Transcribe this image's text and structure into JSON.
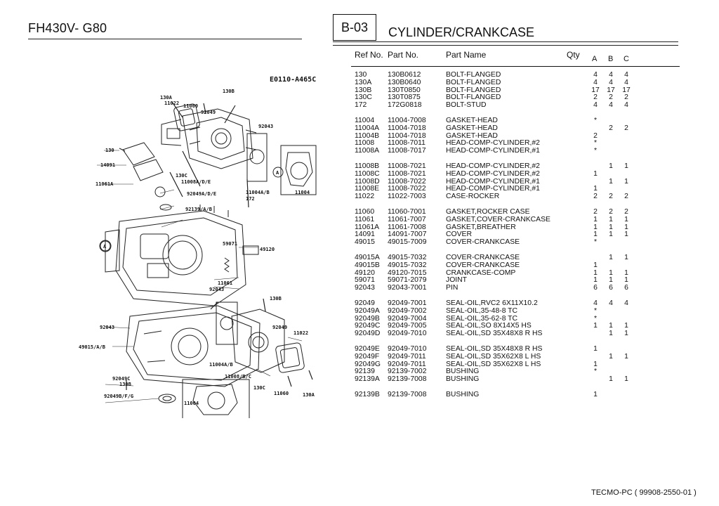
{
  "header": {
    "model": "FH430V- G80",
    "section_code": "B-03",
    "section_title": "CYLINDER/CRANKCASE"
  },
  "illustration": {
    "code": "E0110-A465C",
    "callouts": [
      "130A",
      "11022",
      "11060",
      "130B",
      "92049",
      "92043",
      "130",
      "14091",
      "11061A",
      "130C",
      "11008A/D/E",
      "92049A/D/E",
      "11004A/B",
      "11004",
      "172",
      "92139/A/B",
      "59071",
      "49120",
      "11061",
      "92043",
      "130B",
      "92043",
      "92049",
      "11022",
      "49015/A/B",
      "11004A/B",
      "11008/B/C",
      "92049C",
      "130B",
      "92049B/F/G",
      "11004",
      "130C",
      "11060",
      "130A",
      "A",
      "A"
    ]
  },
  "table": {
    "headers": {
      "ref": "Ref No.",
      "part": "Part No.",
      "name": "Part Name",
      "qty": "Qty",
      "a": "A",
      "b": "B",
      "c": "C"
    },
    "groups": [
      [
        {
          "ref": "130",
          "part": "130B0612",
          "name": "BOLT-FLANGED",
          "a": "4",
          "b": "4",
          "c": "4"
        },
        {
          "ref": "130A",
          "part": "130B0640",
          "name": "BOLT-FLANGED",
          "a": "4",
          "b": "4",
          "c": "4"
        },
        {
          "ref": "130B",
          "part": "130T0850",
          "name": "BOLT-FLANGED",
          "a": "17",
          "b": "17",
          "c": "17"
        },
        {
          "ref": "130C",
          "part": "130T0875",
          "name": "BOLT-FLANGED",
          "a": "2",
          "b": "2",
          "c": "2"
        },
        {
          "ref": "172",
          "part": "172G0818",
          "name": "BOLT-STUD",
          "a": "4",
          "b": "4",
          "c": "4"
        }
      ],
      [
        {
          "ref": "11004",
          "part": "11004-7008",
          "name": "GASKET-HEAD",
          "a": "*",
          "b": "",
          "c": ""
        },
        {
          "ref": "11004A",
          "part": "11004-7018",
          "name": "GASKET-HEAD",
          "a": "",
          "b": "2",
          "c": "2"
        },
        {
          "ref": "11004B",
          "part": "11004-7018",
          "name": "GASKET-HEAD",
          "a": "2",
          "b": "",
          "c": ""
        },
        {
          "ref": "11008",
          "part": "11008-7011",
          "name": "HEAD-COMP-CYLINDER,#2",
          "a": "*",
          "b": "",
          "c": ""
        },
        {
          "ref": "11008A",
          "part": "11008-7017",
          "name": "HEAD-COMP-CYLINDER,#1",
          "a": "*",
          "b": "",
          "c": ""
        }
      ],
      [
        {
          "ref": "11008B",
          "part": "11008-7021",
          "name": "HEAD-COMP-CYLINDER,#2",
          "a": "",
          "b": "1",
          "c": "1"
        },
        {
          "ref": "11008C",
          "part": "11008-7021",
          "name": "HEAD-COMP-CYLINDER,#2",
          "a": "1",
          "b": "",
          "c": ""
        },
        {
          "ref": "11008D",
          "part": "11008-7022",
          "name": "HEAD-COMP-CYLINDER,#1",
          "a": "",
          "b": "1",
          "c": "1"
        },
        {
          "ref": "11008E",
          "part": "11008-7022",
          "name": "HEAD-COMP-CYLINDER,#1",
          "a": "1",
          "b": "",
          "c": ""
        },
        {
          "ref": "11022",
          "part": "11022-7003",
          "name": "CASE-ROCKER",
          "a": "2",
          "b": "2",
          "c": "2"
        }
      ],
      [
        {
          "ref": "11060",
          "part": "11060-7001",
          "name": "GASKET,ROCKER CASE",
          "a": "2",
          "b": "2",
          "c": "2"
        },
        {
          "ref": "11061",
          "part": "11061-7007",
          "name": "GASKET,COVER-CRANKCASE",
          "a": "1",
          "b": "1",
          "c": "1"
        },
        {
          "ref": "11061A",
          "part": "11061-7008",
          "name": "GASKET,BREATHER",
          "a": "1",
          "b": "1",
          "c": "1"
        },
        {
          "ref": "14091",
          "part": "14091-7007",
          "name": "COVER",
          "a": "1",
          "b": "1",
          "c": "1"
        },
        {
          "ref": "49015",
          "part": "49015-7009",
          "name": "COVER-CRANKCASE",
          "a": "*",
          "b": "",
          "c": ""
        }
      ],
      [
        {
          "ref": "49015A",
          "part": "49015-7032",
          "name": "COVER-CRANKCASE",
          "a": "",
          "b": "1",
          "c": "1"
        },
        {
          "ref": "49015B",
          "part": "49015-7032",
          "name": "COVER-CRANKCASE",
          "a": "1",
          "b": "",
          "c": ""
        },
        {
          "ref": "49120",
          "part": "49120-7015",
          "name": "CRANKCASE-COMP",
          "a": "1",
          "b": "1",
          "c": "1"
        },
        {
          "ref": "59071",
          "part": "59071-2079",
          "name": "JOINT",
          "a": "1",
          "b": "1",
          "c": "1"
        },
        {
          "ref": "92043",
          "part": "92043-7001",
          "name": "PIN",
          "a": "6",
          "b": "6",
          "c": "6"
        }
      ],
      [
        {
          "ref": "92049",
          "part": "92049-7001",
          "name": "SEAL-OIL,RVC2 6X11X10.2",
          "a": "4",
          "b": "4",
          "c": "4"
        },
        {
          "ref": "92049A",
          "part": "92049-7002",
          "name": "SEAL-OIL,35-48-8 TC",
          "a": "*",
          "b": "",
          "c": ""
        },
        {
          "ref": "92049B",
          "part": "92049-7004",
          "name": "SEAL-OIL,35-62-8 TC",
          "a": "*",
          "b": "",
          "c": ""
        },
        {
          "ref": "92049C",
          "part": "92049-7005",
          "name": "SEAL-OIL,SO 8X14X5 HS",
          "a": "1",
          "b": "1",
          "c": "1"
        },
        {
          "ref": "92049D",
          "part": "92049-7010",
          "name": "SEAL-OIL,SD 35X48X8 R HS",
          "a": "",
          "b": "1",
          "c": "1"
        }
      ],
      [
        {
          "ref": "92049E",
          "part": "92049-7010",
          "name": "SEAL-OIL,SD 35X48X8 R HS",
          "a": "1",
          "b": "",
          "c": ""
        },
        {
          "ref": "92049F",
          "part": "92049-7011",
          "name": "SEAL-OIL,SD 35X62X8 L HS",
          "a": "",
          "b": "1",
          "c": "1"
        },
        {
          "ref": "92049G",
          "part": "92049-7011",
          "name": "SEAL-OIL,SD 35X62X8 L HS",
          "a": "1",
          "b": "",
          "c": ""
        },
        {
          "ref": "92139",
          "part": "92139-7002",
          "name": "BUSHING",
          "a": "*",
          "b": "",
          "c": ""
        },
        {
          "ref": "92139A",
          "part": "92139-7008",
          "name": "BUSHING",
          "a": "",
          "b": "1",
          "c": "1"
        }
      ],
      [
        {
          "ref": "92139B",
          "part": "92139-7008",
          "name": "BUSHING",
          "a": "1",
          "b": "",
          "c": ""
        }
      ]
    ]
  },
  "footer": {
    "text": "TECMO-PC ( 99908-2550-01 )"
  }
}
